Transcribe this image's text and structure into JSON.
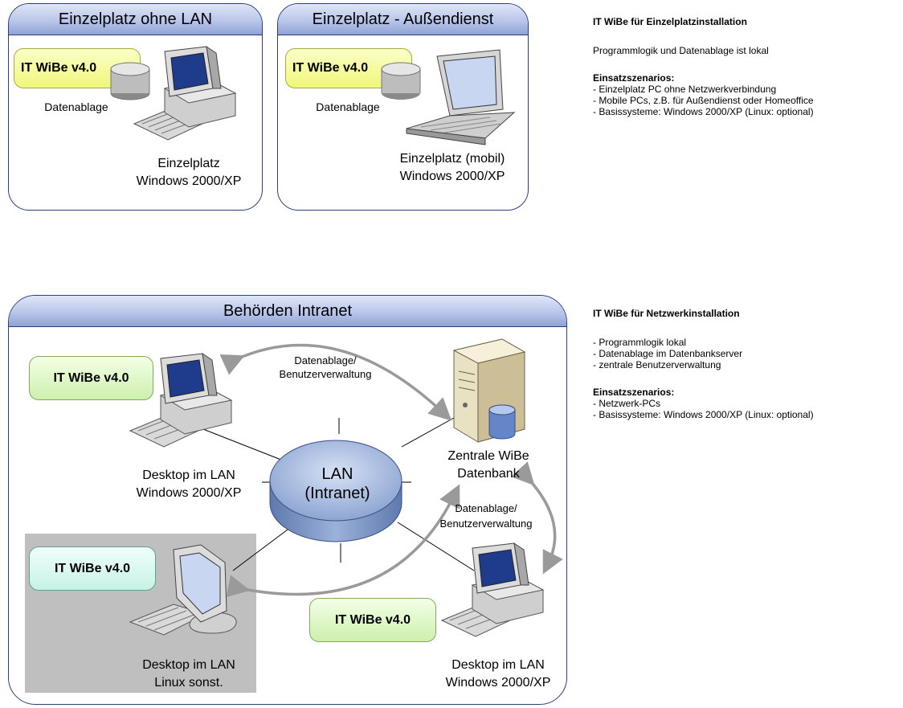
{
  "panels": {
    "single_lan": {
      "title": "Einzelplatz ohne LAN",
      "badge": "IT WiBe v4.0",
      "storage": "Datenablage",
      "caption_1": "Einzelplatz",
      "caption_2": "Windows 2000/XP"
    },
    "single_mobile": {
      "title": "Einzelplatz - Außendienst",
      "badge": "IT WiBe v4.0",
      "storage": "Datenablage",
      "caption_1": "Einzelplatz (mobil)",
      "caption_2": "Windows 2000/XP"
    },
    "intranet": {
      "title": "Behörden Intranet",
      "lan_line1": "LAN",
      "lan_line2": "(Intranet)",
      "badge_top": "IT WiBe v4.0",
      "badge_bottom_left": "IT WiBe v4.0",
      "badge_bottom_right": "IT WiBe v4.0",
      "arrow_top_line1": "Datenablage/",
      "arrow_top_line2": "Benutzerverwaltung",
      "arrow_mid_line1": "Datenablage/",
      "arrow_mid_line2": "Benutzerverwaltung",
      "server_line1": "Zentrale WiBe",
      "server_line2": "Datenbank",
      "desk_top_line1": "Desktop im LAN",
      "desk_top_line2": "Windows 2000/XP",
      "desk_linux_line1": "Desktop im LAN",
      "desk_linux_line2": "Linux sonst.",
      "desk_right_line1": "Desktop im LAN",
      "desk_right_line2": "Windows 2000/XP"
    }
  },
  "side_single": {
    "heading": "IT WiBe für Einzelplatzinstallation",
    "text": "Programmlogik und Datenablage ist lokal",
    "sub_heading": "Einsatzszenarios:",
    "items": [
      "- Einzelplatz PC ohne Netzwerkverbindung",
      "- Mobile PCs, z.B. für Außendienst oder Homeoffice",
      "- Basissysteme: Windows 2000/XP (Linux: optional)"
    ]
  },
  "side_network": {
    "heading": "IT WiBe für Netzwerkinstallation",
    "items": [
      "- Programmlogik lokal",
      "- Datenablage im Datenbankserver",
      "- zentrale Benutzerverwaltung"
    ],
    "sub_heading": "Einsatzszenarios:",
    "items2": [
      "- Netzwerk-PCs",
      "- Basissysteme: Windows 2000/XP (Linux: optional)"
    ]
  },
  "colors": {
    "frame": "#2c3e7a",
    "header": "#b9c6ea",
    "badge_yellow": "#f0f77a",
    "badge_green": "#cdf0ad",
    "badge_cyan": "#c6f2e6",
    "linux_area": "#bfbfbf",
    "arrow": "#9a9a9a"
  }
}
